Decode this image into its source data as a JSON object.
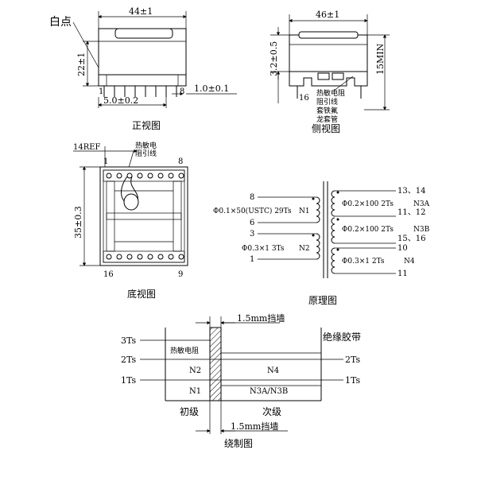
{
  "front_view": {
    "caption": "正视图",
    "white_dot_label": "白点",
    "width_dim": "44±1",
    "height_dim": "22±1",
    "pin_first": "1",
    "pin_last": "8",
    "pitch_dim": "5.0±0.2",
    "pin_len_dim": "1.0±0.1"
  },
  "side_view": {
    "caption": "侧视图",
    "width_dim": "46±1",
    "height_dim": "3.2±0.5",
    "total_dim": "15MIN",
    "pin_label": "16",
    "notes": [
      "热敏电阻",
      "阻引线",
      "套铁氟",
      "龙套管"
    ]
  },
  "bottom_view": {
    "caption": "底视图",
    "ref_dim": "14REF",
    "height_dim": "35±0.3",
    "pin_tl": "1",
    "pin_tr": "8",
    "pin_bl": "16",
    "pin_br": "9",
    "note_lines": [
      "热敏电",
      "阻引线"
    ]
  },
  "schematic": {
    "caption": "原理图",
    "primary": [
      {
        "pin_top": "8",
        "pin_bottom": "6",
        "spec": "Φ0.1×50(USTC) 29Ts",
        "name": "N1"
      },
      {
        "pin_top": "3",
        "pin_bottom": "1",
        "spec": "Φ0.3×1 3Ts",
        "name": "N2"
      }
    ],
    "secondary": [
      {
        "pin_top": "13、14",
        "pin_bottom": "11、12",
        "spec": "Φ0.2×100 2Ts",
        "name": "N3A"
      },
      {
        "pin_top": "11、12",
        "pin_bottom": "15、16",
        "spec": "Φ0.2×100 2Ts",
        "name": "N3B"
      },
      {
        "pin_top": "10",
        "pin_bottom": "11",
        "spec": "Φ0.3×1 2Ts",
        "name": "N4"
      }
    ]
  },
  "winding": {
    "caption": "绕制图",
    "tape_top": "1.5mm挡墙",
    "tape_bottom": "1.5mm挡墙",
    "insulation": "绝缘胶带",
    "left_labels": [
      "3Ts",
      "2Ts",
      "1Ts"
    ],
    "right_labels": [
      "2Ts",
      "1Ts"
    ],
    "cells": {
      "thermistor": "热敏电阻",
      "n2": "N2",
      "n1": "N1",
      "n4": "N4",
      "n3": "N3A/N3B"
    },
    "primary_label": "初级",
    "secondary_label": "次级"
  }
}
